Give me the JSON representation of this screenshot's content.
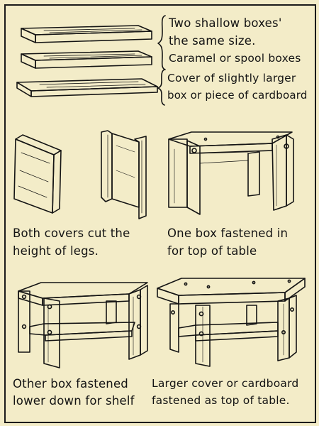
{
  "notes": {
    "boxes_line1": "Two shallow boxes'",
    "boxes_line2": "the same size.",
    "boxes_line3": "Caramel or spool boxes",
    "cover_line1": "Cover of slightly larger",
    "cover_line2": "box or piece of cardboard"
  },
  "steps": {
    "step1_line1": "Both covers cut the",
    "step1_line2": "height of legs.",
    "step2_line1": "One box fastened in",
    "step2_line2": "for top of table",
    "step3_line1": "Other box fastened",
    "step3_line2": "lower down for shelf",
    "step4_line1": "Larger cover or cardboard",
    "step4_line2": "fastened as top of table."
  },
  "colors": {
    "ink": "#141414",
    "paper": "#f3ecc8"
  }
}
